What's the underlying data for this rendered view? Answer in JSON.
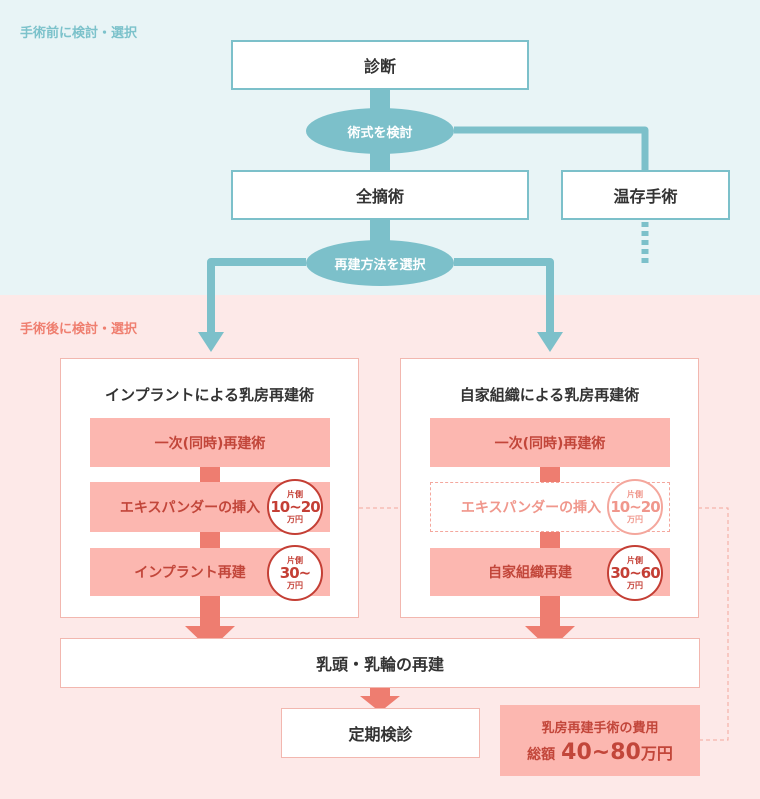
{
  "sections": {
    "before": "手術前に検討・選択",
    "after": "手術後に検討・選択"
  },
  "flow": {
    "diagnosis": "診断",
    "consider": "術式を検討",
    "total_mastectomy": "全摘術",
    "breast_conserving": "温存手術",
    "choose_reconstruction": "再建方法を選択"
  },
  "implant": {
    "title": "インプラントによる乳房再建術",
    "step1": "一次(同時)再建術",
    "step2": "エキスパンダーの挿入",
    "step2_badge": {
      "top": "片側",
      "value": "10~20",
      "unit": "万円"
    },
    "step3": "インプラント再建",
    "step3_badge": {
      "top": "片側",
      "value": "30~",
      "unit": "万円"
    }
  },
  "autologous": {
    "title": "自家組織による乳房再建術",
    "step1": "一次(同時)再建術",
    "step2": "エキスパンダーの挿入",
    "step2_badge": {
      "top": "片側",
      "value": "10~20",
      "unit": "万円"
    },
    "step3": "自家組織再建",
    "step3_badge": {
      "top": "片側",
      "value": "30~60",
      "unit": "万円"
    }
  },
  "nipple": "乳頭・乳輪の再建",
  "checkup": "定期検診",
  "cost": {
    "title": "乳房再建手術の費用",
    "label": "総額",
    "value": "40~80",
    "unit": "万円"
  },
  "colors": {
    "teal": "#7cc0ca",
    "coral": "#ee7d70",
    "pink": "#fcb7b0",
    "red": "#c43f35"
  }
}
